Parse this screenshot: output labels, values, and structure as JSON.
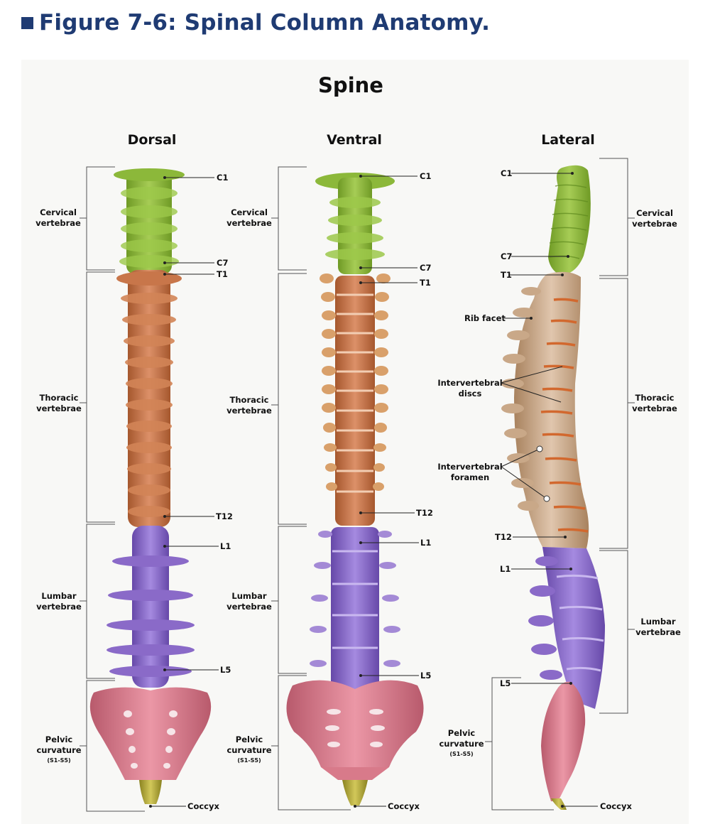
{
  "figure_title": "Figure 7-6: Spinal Column Anatomy.",
  "main_title": "Spine",
  "views": {
    "dorsal": "Dorsal",
    "ventral": "Ventral",
    "lateral": "Lateral"
  },
  "regions": {
    "cervical_1": "Cervical",
    "cervical_2": "vertebrae",
    "thoracic_1": "Thoracic",
    "thoracic_2": "vertebrae",
    "lumbar_1": "Lumbar",
    "lumbar_2": "vertebrae",
    "pelvic_1": "Pelvic",
    "pelvic_2": "curvature",
    "pelvic_3": "(S1-S5)"
  },
  "markers": {
    "c1": "C1",
    "c7": "C7",
    "t1": "T1",
    "t12": "T12",
    "l1": "L1",
    "l5": "L5",
    "coccyx": "Coccyx"
  },
  "lateral_features": {
    "rib_facet": "Rib facet",
    "discs_1": "Intervertebral",
    "discs_2": "discs",
    "foramen_1": "Intervertebral",
    "foramen_2": "foramen"
  },
  "colors": {
    "title_blue": "#1f3b73",
    "cervical": "#8cb83a",
    "thoracic_dorsal": "#c8764a",
    "thoracic_ventral": "#c2703f",
    "thoracic_lateral": "#c9a888",
    "lumbar": "#8a6ac8",
    "sacrum": "#d87a8a",
    "coccyx": "#b3a83a"
  }
}
